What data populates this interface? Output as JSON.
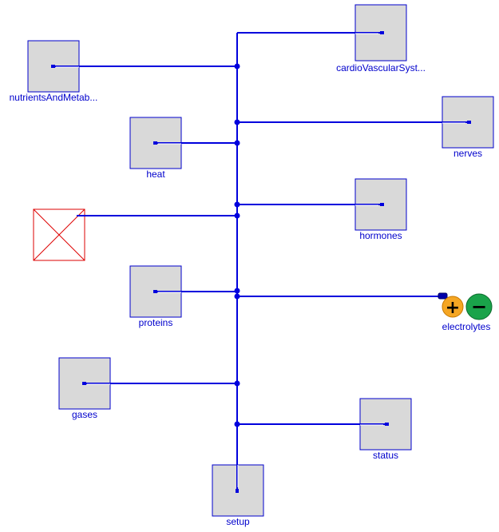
{
  "diagram": {
    "components": [
      {
        "id": "nutrients",
        "label": "nutrientsAndMetab..."
      },
      {
        "id": "cardio",
        "label": "cardioVascularSyst..."
      },
      {
        "id": "heat",
        "label": "heat"
      },
      {
        "id": "nerves",
        "label": "nerves"
      },
      {
        "id": "hormones",
        "label": "hormones"
      },
      {
        "id": "empty",
        "label": ""
      },
      {
        "id": "proteins",
        "label": "proteins"
      },
      {
        "id": "electrolytes",
        "label": "electrolytes"
      },
      {
        "id": "gases",
        "label": "gases"
      },
      {
        "id": "status",
        "label": "status"
      },
      {
        "id": "setup",
        "label": "setup"
      }
    ],
    "electrolyte_icon": {
      "plus": "+",
      "minus": "−",
      "plus_color": "#f5a623",
      "minus_color": "#1aa34a"
    },
    "colors": {
      "wire": "#0000dd",
      "label": "#0000cc",
      "block_fill": "#d9d9d9",
      "empty_border": "#dd0000"
    }
  }
}
